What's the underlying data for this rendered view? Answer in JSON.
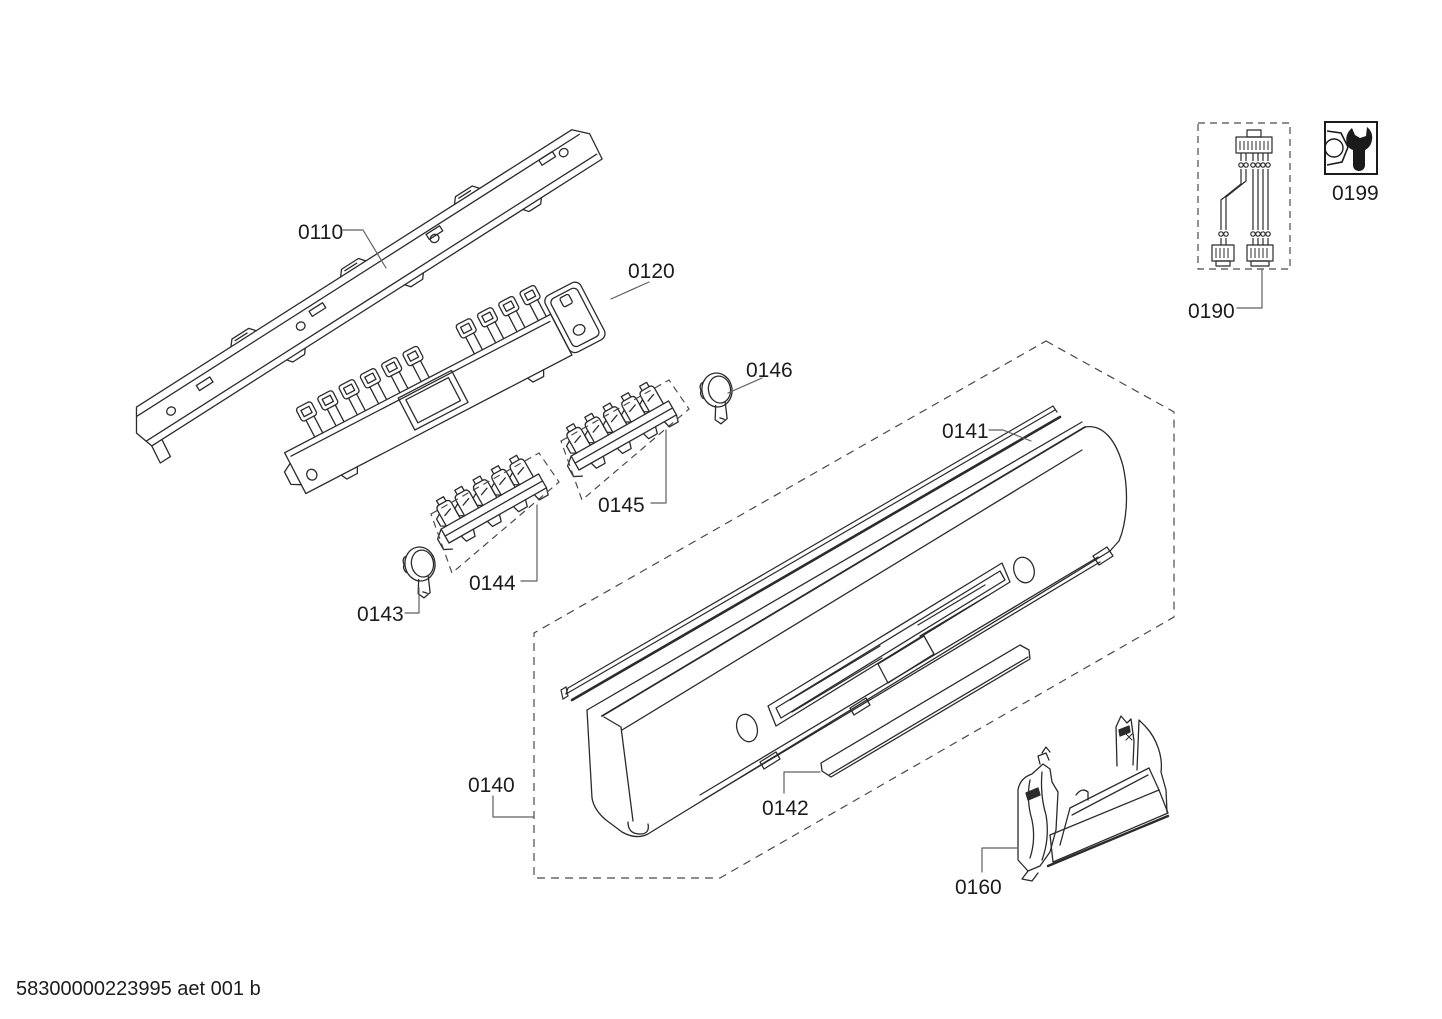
{
  "diagram": {
    "footer_code": "58300000223995 aet 001 b",
    "callouts": {
      "part_0110": "0110",
      "part_0120": "0120",
      "part_0140": "0140",
      "part_0141": "0141",
      "part_0142": "0142",
      "part_0143": "0143",
      "part_0144": "0144",
      "part_0145": "0145",
      "part_0146": "0146",
      "part_0160": "0160",
      "part_0190": "0190",
      "part_0199": "0199"
    },
    "service_icon_name": "wrench-icon",
    "colors": {
      "background": "#ffffff",
      "line": "#2b2b2b",
      "leader": "#5f5f5f",
      "text": "#1c1c1c"
    }
  }
}
